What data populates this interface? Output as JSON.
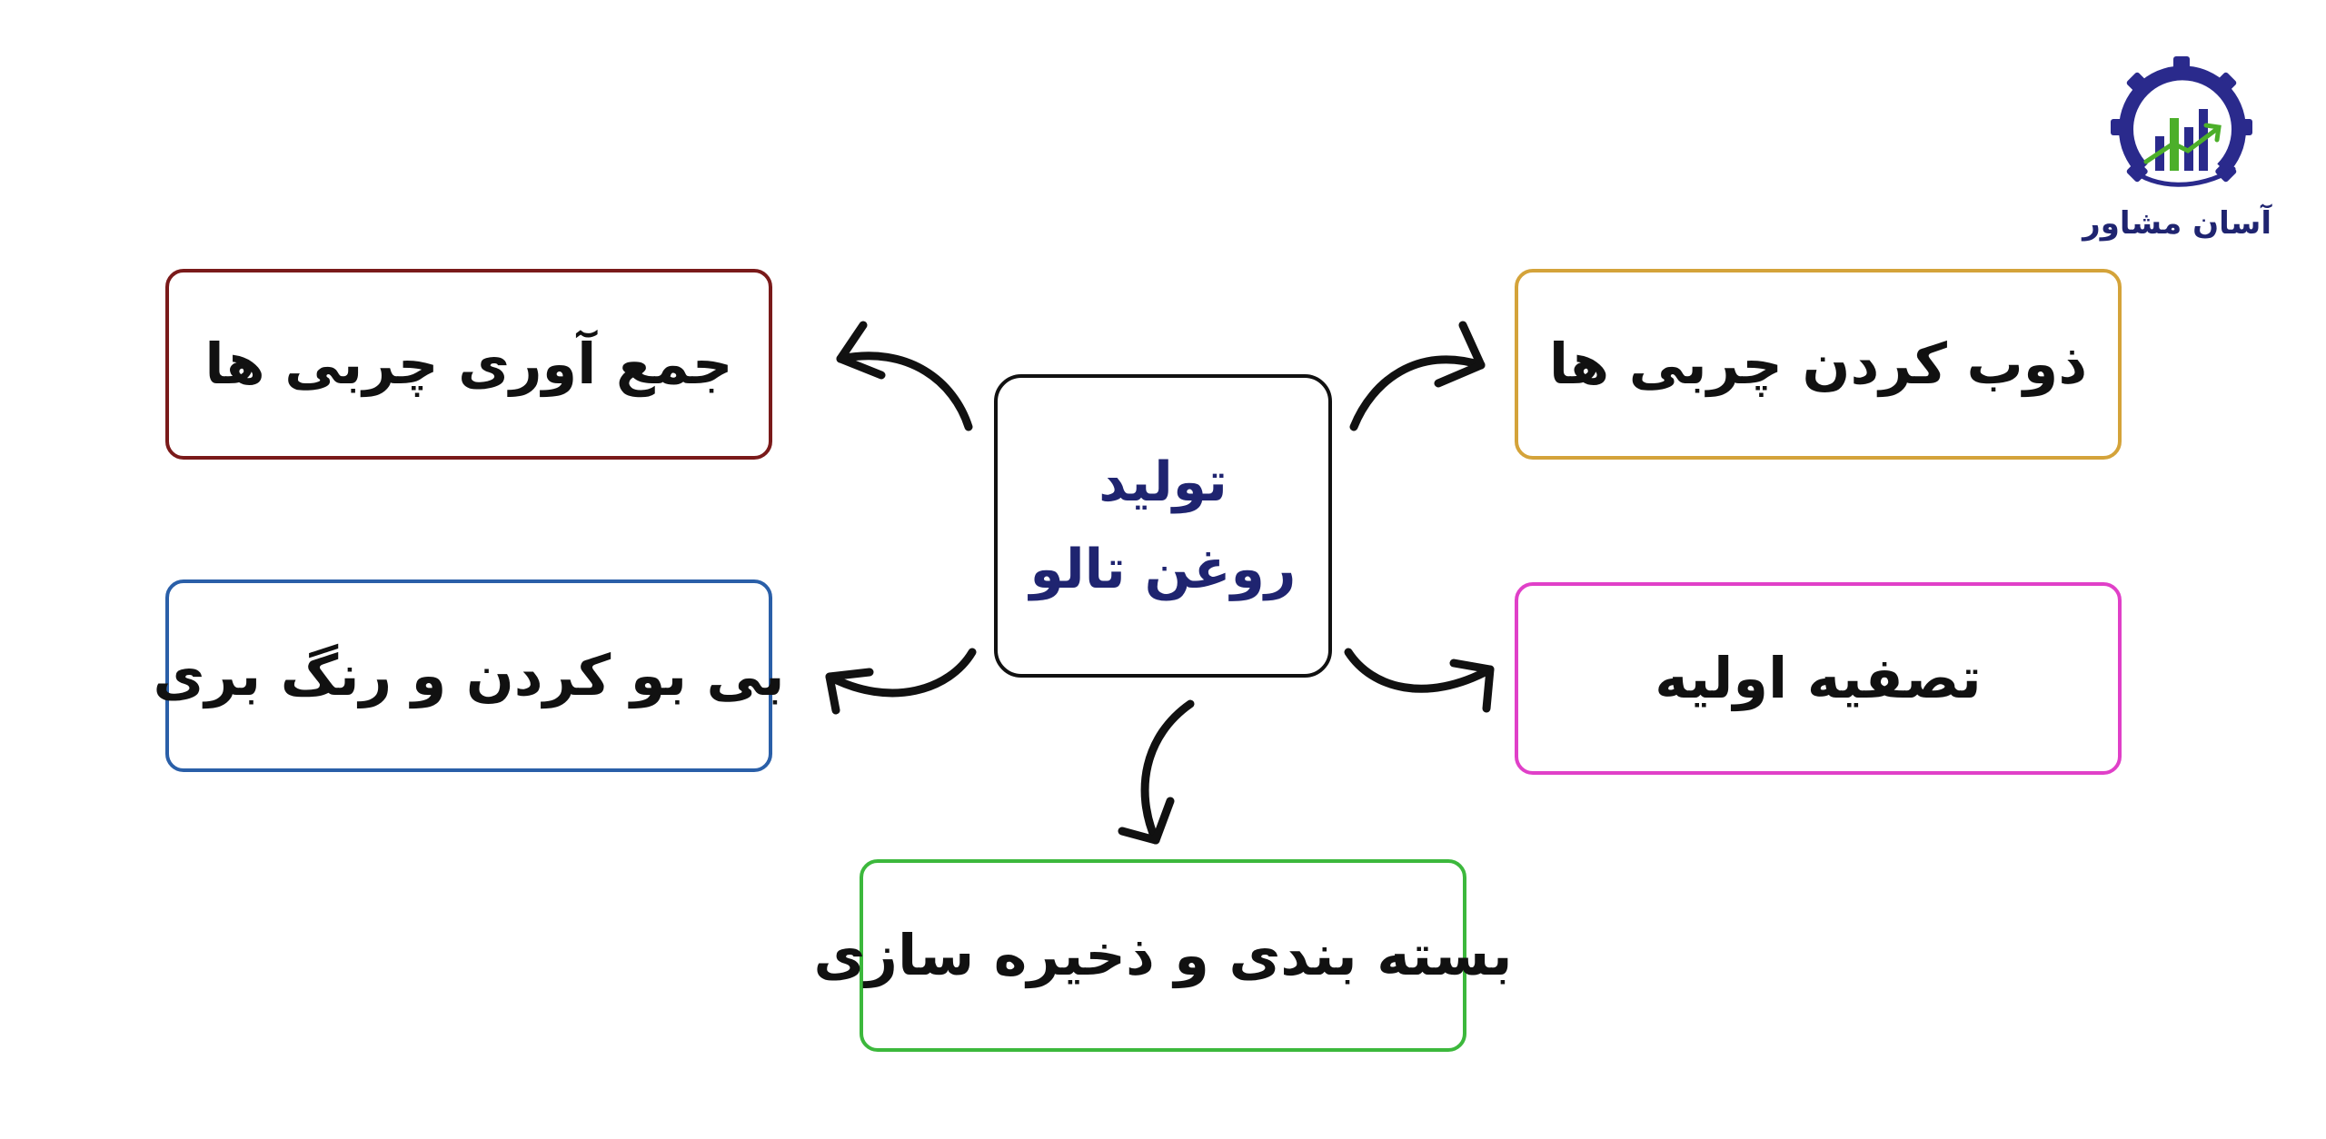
{
  "diagram": {
    "center": {
      "label": "تولید روغن تالو",
      "color": "#1f2470"
    },
    "steps": [
      {
        "id": "collect",
        "label": "جمع آوری چربی ها",
        "border_color": "#7a1a1a"
      },
      {
        "id": "melt",
        "label": "ذوب کردن چربی ها",
        "border_color": "#d4a33a"
      },
      {
        "id": "deodorize",
        "label": "بی بو کردن و رنگ بری",
        "border_color": "#2a5fa8"
      },
      {
        "id": "refine",
        "label": "تصفیه اولیه",
        "border_color": "#e040c8"
      },
      {
        "id": "package",
        "label": "بسته بندی و ذخیره سازی",
        "border_color": "#3cb83c"
      }
    ],
    "arrow_color": "#111111"
  },
  "logo": {
    "text": "آسان مشاور",
    "icon": "gear-chart-logo-icon",
    "colors": {
      "gear": "#2a2a8c",
      "bars": "#2a2a8c",
      "accent": "#4caf2a"
    }
  }
}
